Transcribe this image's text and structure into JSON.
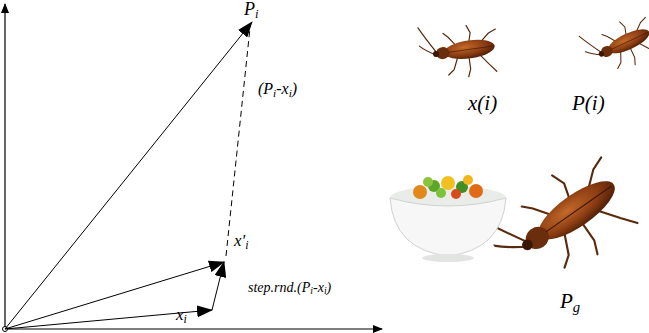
{
  "diagram": {
    "labels": [
      "Pi",
      "(Pi-xi)",
      "x'i",
      "step.rnd.(Pi-xi)",
      "xi",
      "x(i)",
      "P(i)",
      "Pg"
    ]
  }
}
